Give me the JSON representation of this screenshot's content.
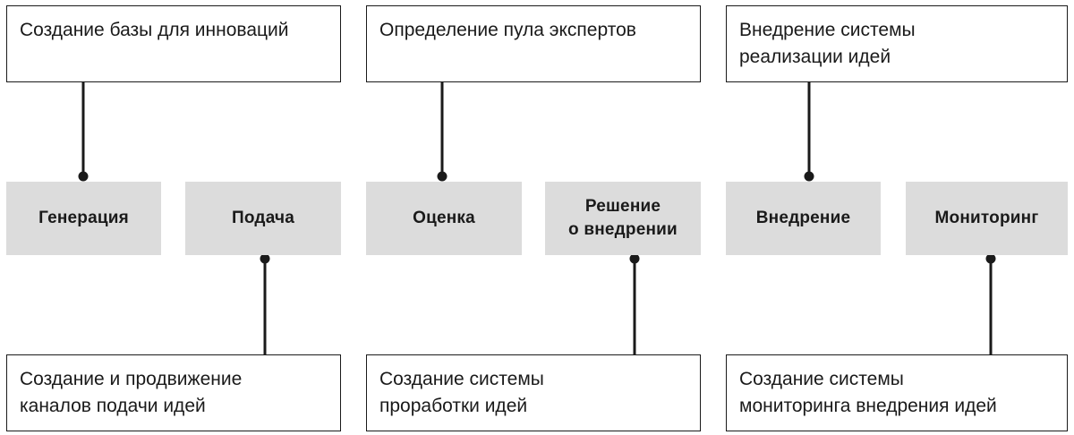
{
  "top_boxes": [
    {
      "lines": [
        "Создание базы для инноваций"
      ]
    },
    {
      "lines": [
        "Определение пула экспертов"
      ]
    },
    {
      "lines": [
        "Внедрение системы",
        "реализации идей"
      ]
    }
  ],
  "stages": [
    {
      "lines": [
        "Генерация"
      ]
    },
    {
      "lines": [
        "Подача"
      ]
    },
    {
      "lines": [
        "Оценка"
      ]
    },
    {
      "lines": [
        "Решение",
        "о внедрении"
      ]
    },
    {
      "lines": [
        "Внедрение"
      ]
    },
    {
      "lines": [
        "Мониторинг"
      ]
    }
  ],
  "bottom_boxes": [
    {
      "lines": [
        "Создание и продвижение",
        "каналов подачи идей"
      ]
    },
    {
      "lines": [
        "Создание системы",
        "проработки идей"
      ]
    },
    {
      "lines": [
        "Создание системы",
        "мониторинга внедрения идей"
      ]
    }
  ]
}
